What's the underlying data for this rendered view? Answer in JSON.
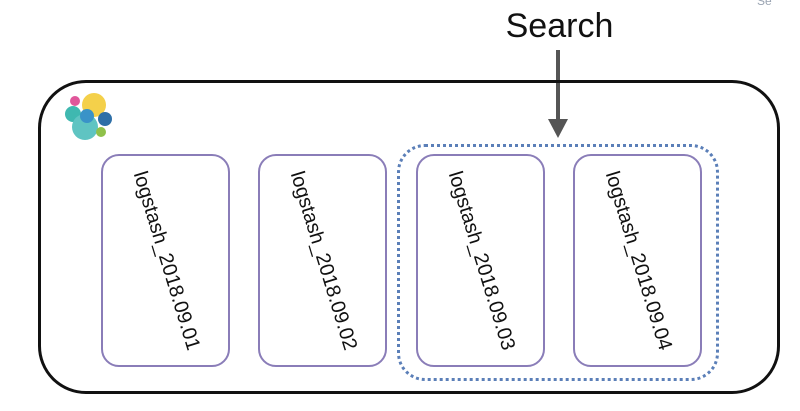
{
  "diagram": {
    "title": "Search",
    "corner_text": "Se",
    "logo_icon": "elastic-cluster-logo-icon",
    "indices": [
      {
        "label": "logstash_2018.09.01",
        "searched": false
      },
      {
        "label": "logstash_2018.09.02",
        "searched": false
      },
      {
        "label": "logstash_2018.09.03",
        "searched": true
      },
      {
        "label": "logstash_2018.09.04",
        "searched": true
      }
    ],
    "colors": {
      "cluster_border": "#111111",
      "index_border": "#8a7db8",
      "selection_border": "#5b7fb8",
      "arrow": "#555555"
    }
  }
}
